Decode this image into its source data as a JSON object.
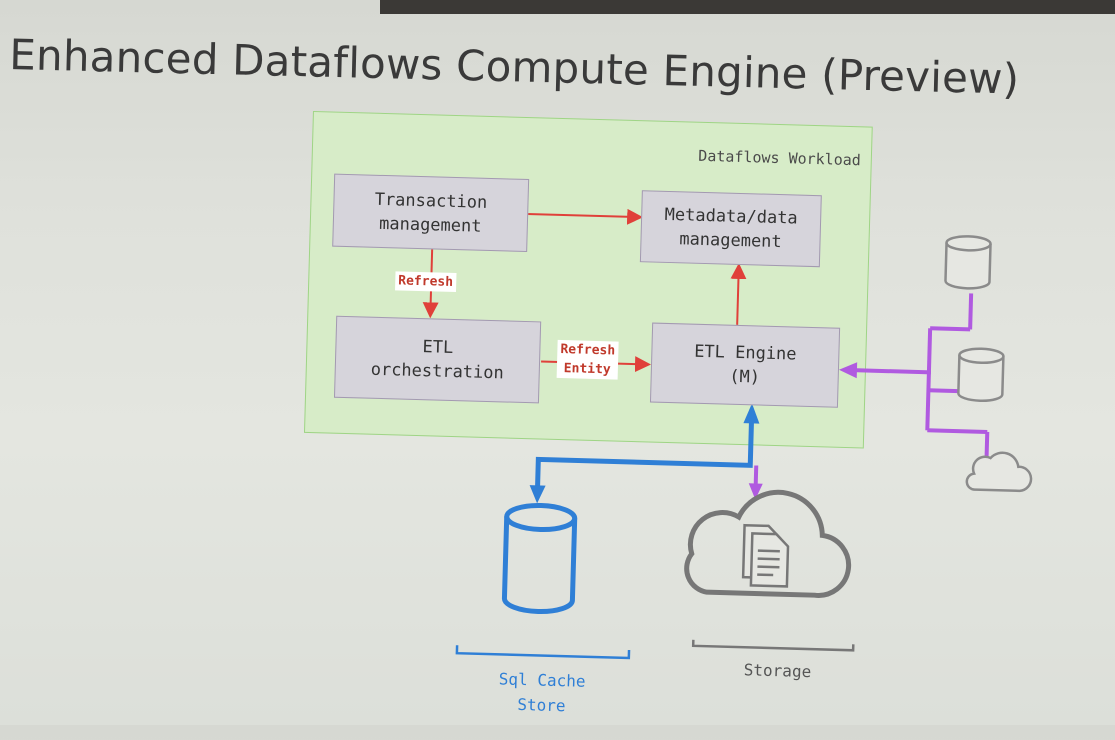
{
  "title": "Enhanced Dataflows Compute Engine (Preview)",
  "workload": {
    "label": "Dataflows Workload",
    "transaction": "Transaction\nmanagement",
    "metadata": "Metadata/data\nmanagement",
    "etl_orchestration": "ETL\norchestration",
    "etl_engine": "ETL Engine\n(M)"
  },
  "edges": {
    "refresh": "Refresh",
    "refresh_entity": "Refresh\nEntity"
  },
  "stores": {
    "sql_cache": "Sql Cache\nStore",
    "storage": "Storage"
  },
  "colors": {
    "arrow_red": "#e0403a",
    "link_blue": "#2f7fd6",
    "link_purple": "#b05ae0",
    "workload_fill": "#d7ecc8",
    "box_fill": "#d6d4db"
  },
  "icons": [
    "database-icon",
    "cloud-icon",
    "document-icon"
  ]
}
